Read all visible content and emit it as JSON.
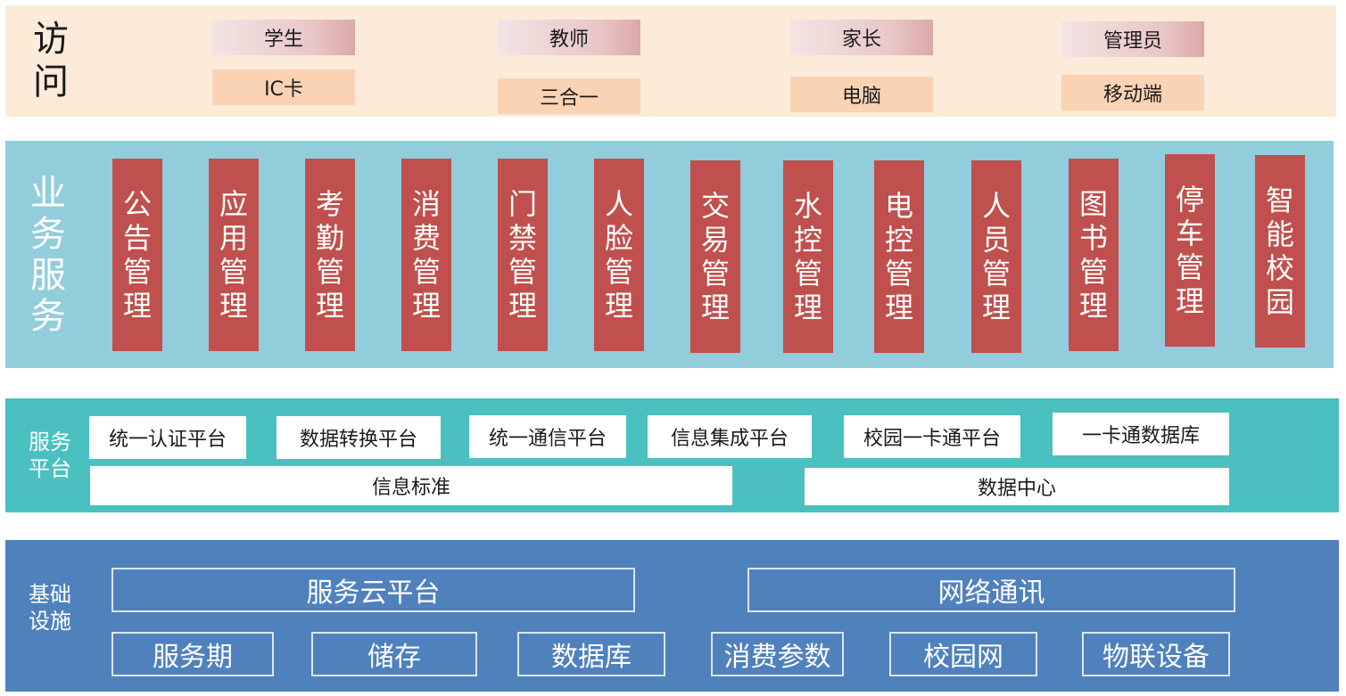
{
  "access": {
    "title": "访问",
    "roles": [
      "学生",
      "教师",
      "家长",
      "管理员"
    ],
    "terminals": [
      "IC卡",
      "三合一",
      "电脑",
      "移动端"
    ]
  },
  "business": {
    "title": "业务服务",
    "services": [
      "公告管理",
      "应用管理",
      "考勤管理",
      "消费管理",
      "门禁管理",
      "人脸管理",
      "交易管理",
      "水控管理",
      "电控管理",
      "人员管理",
      "图书管理",
      "停车管理",
      "智能校园"
    ]
  },
  "platform": {
    "title": "服务平台",
    "row1": [
      "统一认证平台",
      "数据转换平台",
      "统一通信平台",
      "信息集成平台",
      "校园一卡通平台",
      "一卡通数据库"
    ],
    "standards": "信息标准",
    "data_center": "数据中心"
  },
  "infrastructure": {
    "title": "基础设施",
    "cloud": "服务云平台",
    "network": "网络通讯",
    "items": [
      "服务期",
      "储存",
      "数据库",
      "消费参数",
      "校园网",
      "物联设备"
    ]
  },
  "colors": {
    "access_bg": "#fbebd8",
    "role_gradient_end": "#dca8a8",
    "terminal_bg": "#fad3b4",
    "business_bg": "#92cddc",
    "service_box": "#c0504d",
    "platform_bg": "#4bc0c0",
    "infra_bg": "#4f81bd"
  }
}
